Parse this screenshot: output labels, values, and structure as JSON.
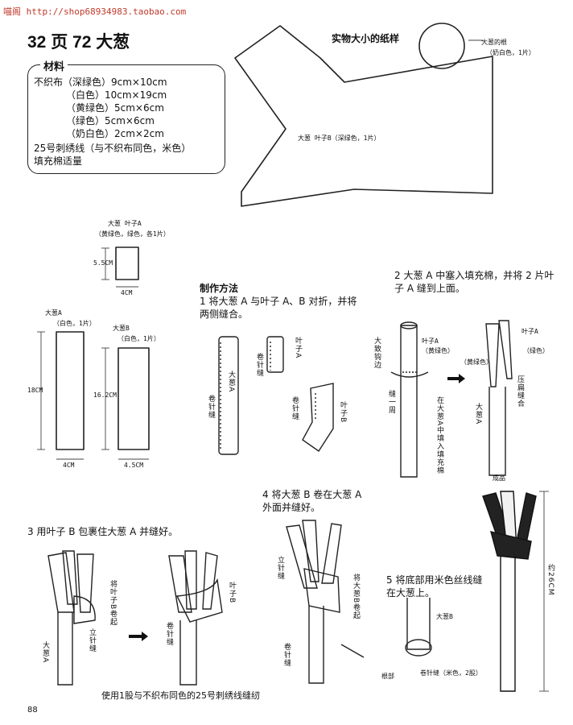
{
  "watermark": "喵阁 http://shop68934983.taobao.com",
  "title": "32 页 72 大葱",
  "pattern_heading": "实物大小的纸样",
  "materials": {
    "label": "材料",
    "lines": [
      "不织布（深绿色）9cm×10cm",
      "（白色）10cm×19cm",
      "（黄绿色）5cm×6cm",
      "（绿色）5cm×6cm",
      "（奶白色）2cm×2cm",
      "25号刺绣线（与不织布同色，米色）",
      "填充棉适量"
    ]
  },
  "root_label_1": "大葱的根",
  "root_label_2": "（奶白色，1片）",
  "leafB_pattern_label": "大葱 叶子B（深绿色，1片）",
  "leafA_piece": {
    "title": "大葱 叶子A",
    "sub": "（黄绿色，绿色，各1片）",
    "height": "5.5CM",
    "width": "4CM"
  },
  "stalkA_piece": {
    "title": "大葱A",
    "sub": "（白色，1片）",
    "height": "18CM",
    "width": "4CM"
  },
  "stalkB_piece": {
    "title": "大葱B",
    "sub": "（白色，1片）",
    "height": "16.2CM",
    "width": "4.5CM"
  },
  "method_heading": "制作方法",
  "step1": [
    "1 将大葱 A 与叶子 A、B 对折，并将",
    "两侧缝合。"
  ],
  "step1_labels": {
    "leafA": "叶子A",
    "roll": "卷针缝",
    "stalkA": "大葱A",
    "roll2": "卷针缝",
    "leafB": "叶子B",
    "roll3": "卷针缝"
  },
  "step2": [
    "2 大葱 A 中塞入填充棉，并将 2 片叶",
    "子 A 缝到上面。"
  ],
  "step2_labels": {
    "stitch_big": "大致钩边",
    "leafA_yg": "叶子A",
    "yg_color": "（黄绿色）",
    "stitch_around": "缝一周",
    "stuff_in": "在大葱A中填入填充棉",
    "leafA2": "叶子A",
    "green": "（绿色）",
    "yg2": "（黄绿色）",
    "press_sew": "压扁缝合",
    "stalkA": "大葱A"
  },
  "step3": "3 用叶子 B 包裹住大葱 A 并缝好。",
  "step3_labels": {
    "wrap": "将叶子B卷起",
    "stand_sew": "立针缝",
    "stalkA": "大葱A",
    "leafB": "叶子B",
    "roll": "卷针缝"
  },
  "step4": [
    "4 将大葱 B 卷在大葱 A",
    "外面并缝好。"
  ],
  "step4_labels": {
    "stand": "立针缝",
    "wrap": "将大葱B卷起",
    "roll": "卷针缝"
  },
  "step5": [
    "5 将底部用米色丝线缝",
    "在大葱上。"
  ],
  "step5_labels": {
    "stalkB": "大葱B",
    "root": "根部",
    "roll": "卷针缝（米色，2股）"
  },
  "finished_label": "成品",
  "finished_height": "约26CM",
  "footer_note": "使用1股与不织布同色的25号刺绣线缝纫",
  "page_number": "88"
}
